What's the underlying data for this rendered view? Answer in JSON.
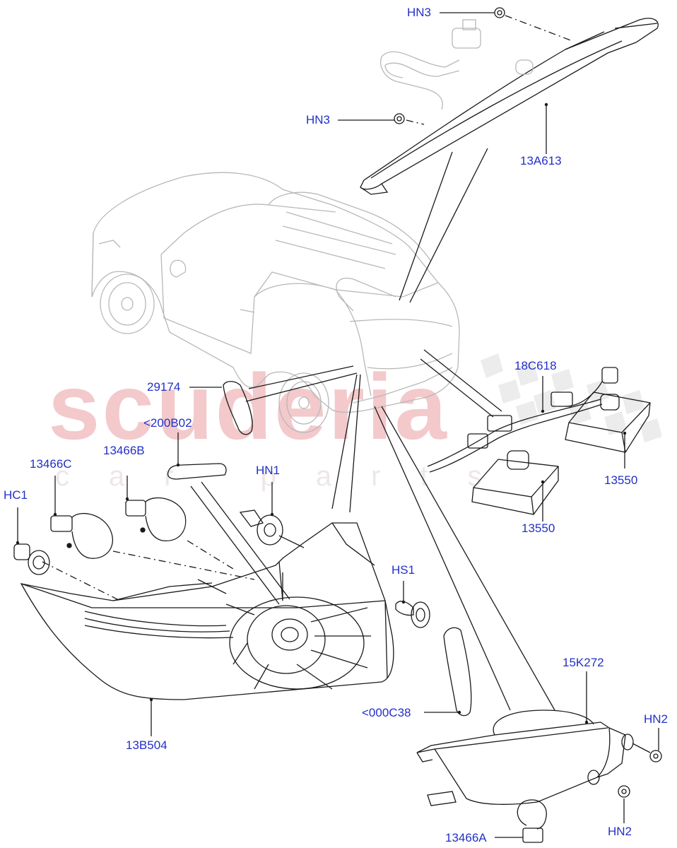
{
  "watermark": {
    "brand": "scuderia",
    "tagline": "car parts"
  },
  "colors": {
    "label": "#2230c8",
    "line": "#1a1a1a",
    "ghost": "#b8b8b8",
    "watermark": "#f3c9cc"
  },
  "labels": {
    "hn3_top": "HN3",
    "hn3_mid": "HN3",
    "part_13a613": "13A613",
    "part_29174": "29174",
    "part_200b02": "<200B02",
    "part_13466c": "13466C",
    "part_13466b": "13466B",
    "hc1": "HC1",
    "hn1": "HN1",
    "part_18c618": "18C618",
    "part_13550_right": "13550",
    "part_13550_left": "13550",
    "hs1": "HS1",
    "part_13b504": "13B504",
    "part_000c38": "<000C38",
    "part_15k272": "15K272",
    "hn2_top": "HN2",
    "hn2_bottom": "HN2",
    "part_13466a": "13466A"
  }
}
